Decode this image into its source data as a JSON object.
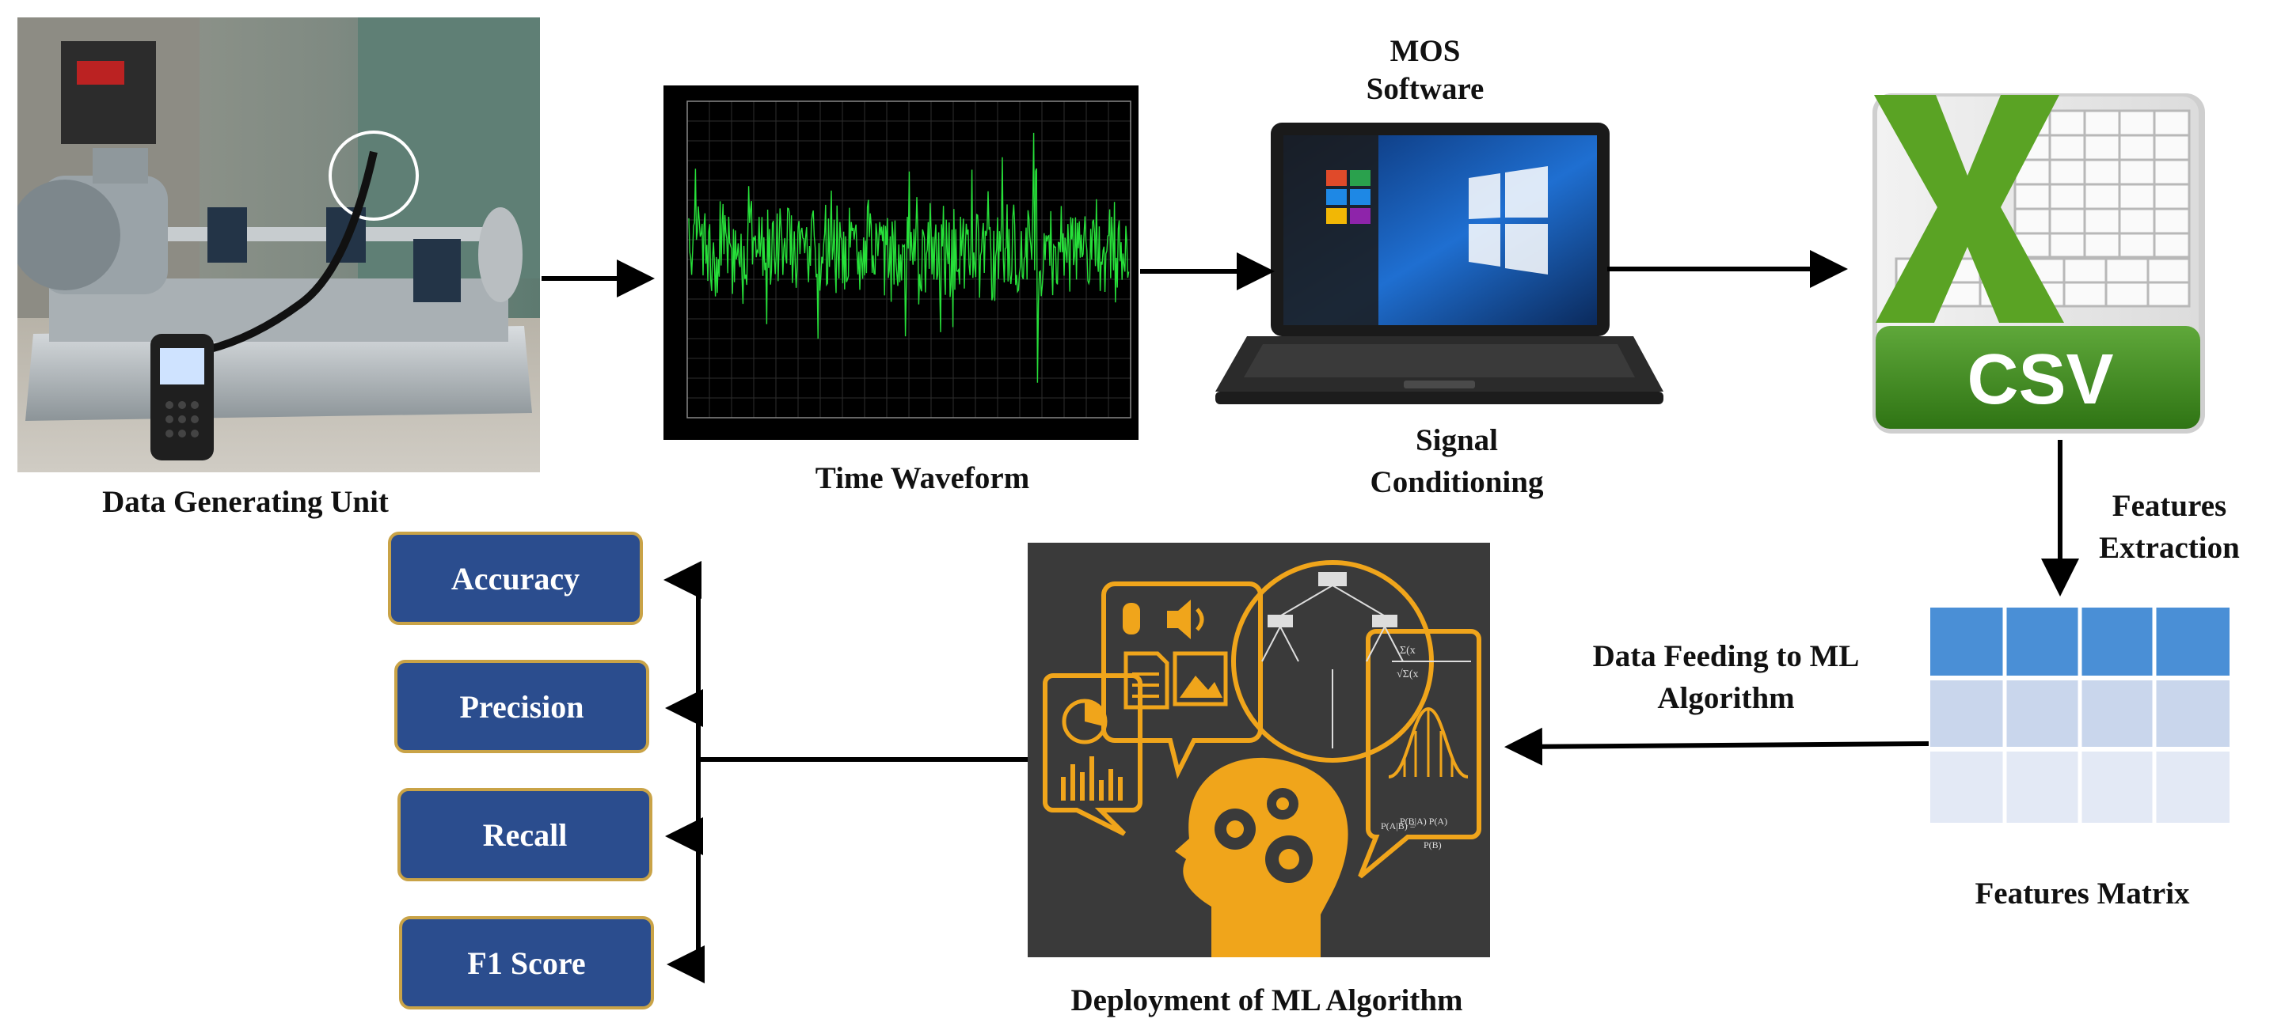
{
  "labels": {
    "data_generating_unit": "Data Generating Unit",
    "time_waveform": "Time Waveform",
    "mos_line1": "MOS",
    "mos_line2": "Software",
    "signal_line1": "Signal",
    "signal_line2": "Conditioning",
    "features_extraction_line1": "Features",
    "features_extraction_line2": "Extraction",
    "features_matrix": "Features Matrix",
    "data_feeding_line1": "Data Feeding to ML",
    "data_feeding_line2": "Algorithm",
    "deployment": "Deployment of ML Algorithm"
  },
  "csv_label": "CSV",
  "metrics": [
    "Accuracy",
    "Precision",
    "Recall",
    "F1 Score"
  ],
  "colors": {
    "metric_fill": "#2b4d8e",
    "metric_border": "#c9a347",
    "waveform": "#27e03a",
    "ml_background": "#3a3a3a",
    "ml_accent": "#f0a51b",
    "excel_green": "#3e8a1d",
    "matrix_header": "#4a8fd6"
  }
}
